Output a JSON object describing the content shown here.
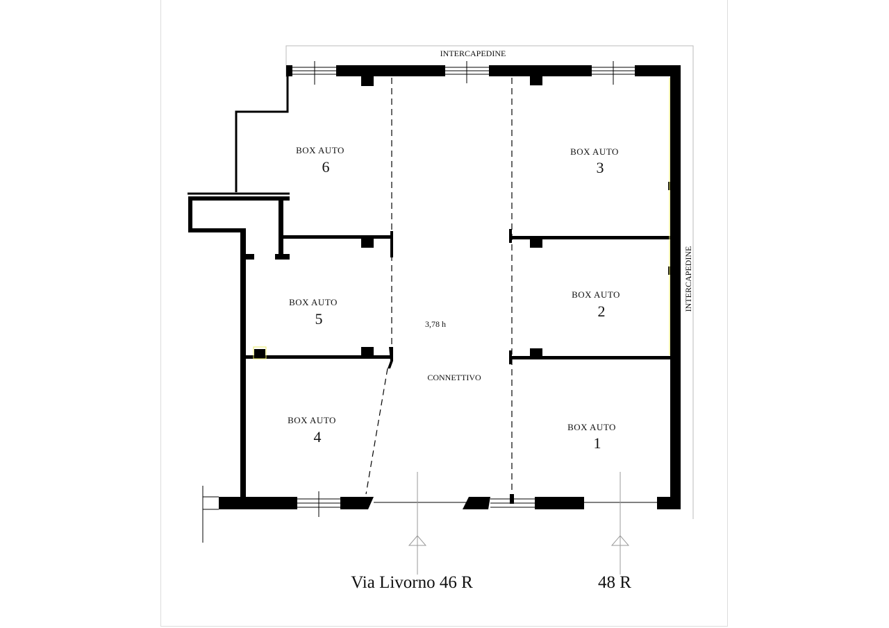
{
  "labels": {
    "top_band": "INTERCAPEDINE",
    "right_band": "INTERCAPEDINE",
    "height_note": "3,78 h",
    "corridor": "CONNETTIVO",
    "street_address": "Via Livorno 46 R",
    "second_address": "48 R"
  },
  "rooms": [
    {
      "name": "BOX AUTO",
      "number": "1"
    },
    {
      "name": "BOX AUTO",
      "number": "2"
    },
    {
      "name": "BOX AUTO",
      "number": "3"
    },
    {
      "name": "BOX AUTO",
      "number": "4"
    },
    {
      "name": "BOX AUTO",
      "number": "5"
    },
    {
      "name": "BOX AUTO",
      "number": "6"
    }
  ],
  "colors": {
    "wall": "#000000",
    "line": "#000000",
    "accent": "#e8e86a"
  }
}
